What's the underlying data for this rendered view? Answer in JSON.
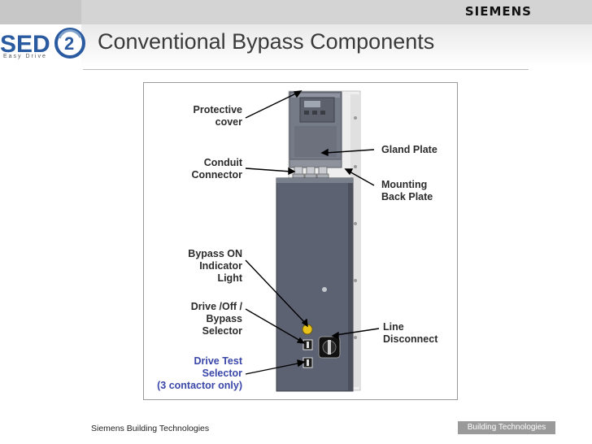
{
  "header": {
    "brand": "SIEMENS",
    "logo_text": "SED",
    "logo_number": "2",
    "logo_tagline": "Easy Drive",
    "title": "Conventional Bypass Components"
  },
  "labels": {
    "protective_cover": "Protective\ncover",
    "conduit_connector": "Conduit\nConnector",
    "gland_plate": "Gland Plate",
    "mounting_back_plate": "Mounting\nBack Plate",
    "bypass_on_indicator": "Bypass ON\nIndicator\nLight",
    "drive_off_bypass_selector": "Drive /Off /\nBypass\nSelector",
    "line_disconnect": "Line\nDisconnect",
    "drive_test_selector": "Drive Test\nSelector\n(3 contactor only)"
  },
  "colors": {
    "title": "#3a3a3a",
    "label": "#2b2b2b",
    "label_highlight": "#3b47a8",
    "logo_blue": "#2a5aa0",
    "enclosure": "#5d6272",
    "indicator": "#e8c21a"
  },
  "footer": {
    "company": "Siemens Building Technologies",
    "section": "Building Technologies"
  }
}
